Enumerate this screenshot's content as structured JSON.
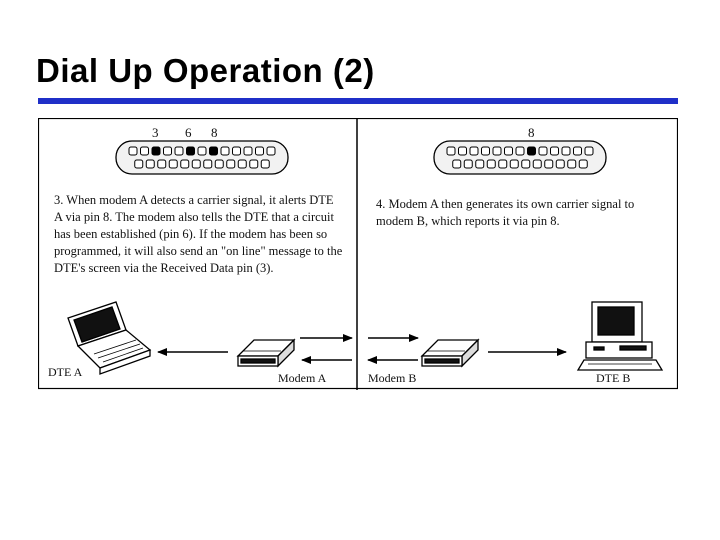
{
  "title": "Dial Up Operation (2)",
  "left_panel": {
    "pin_numbers": [
      "3",
      "6",
      "8"
    ],
    "text": "3. When modem A detects a carrier signal, it alerts DTE A via pin 8. The modem also tells the DTE that a circuit has been established (pin 6). If the modem has been so programmed, it will also send an \"on line\" message to the DTE's screen via the Received Data pin (3).",
    "label_dte": "DTE A",
    "label_modem": "Modem A"
  },
  "right_panel": {
    "pin_numbers": [
      "8"
    ],
    "text": "4. Modem A then generates its own carrier signal to modem B, which reports it via pin 8.",
    "label_modem": "Modem B",
    "label_dte": "DTE B"
  }
}
